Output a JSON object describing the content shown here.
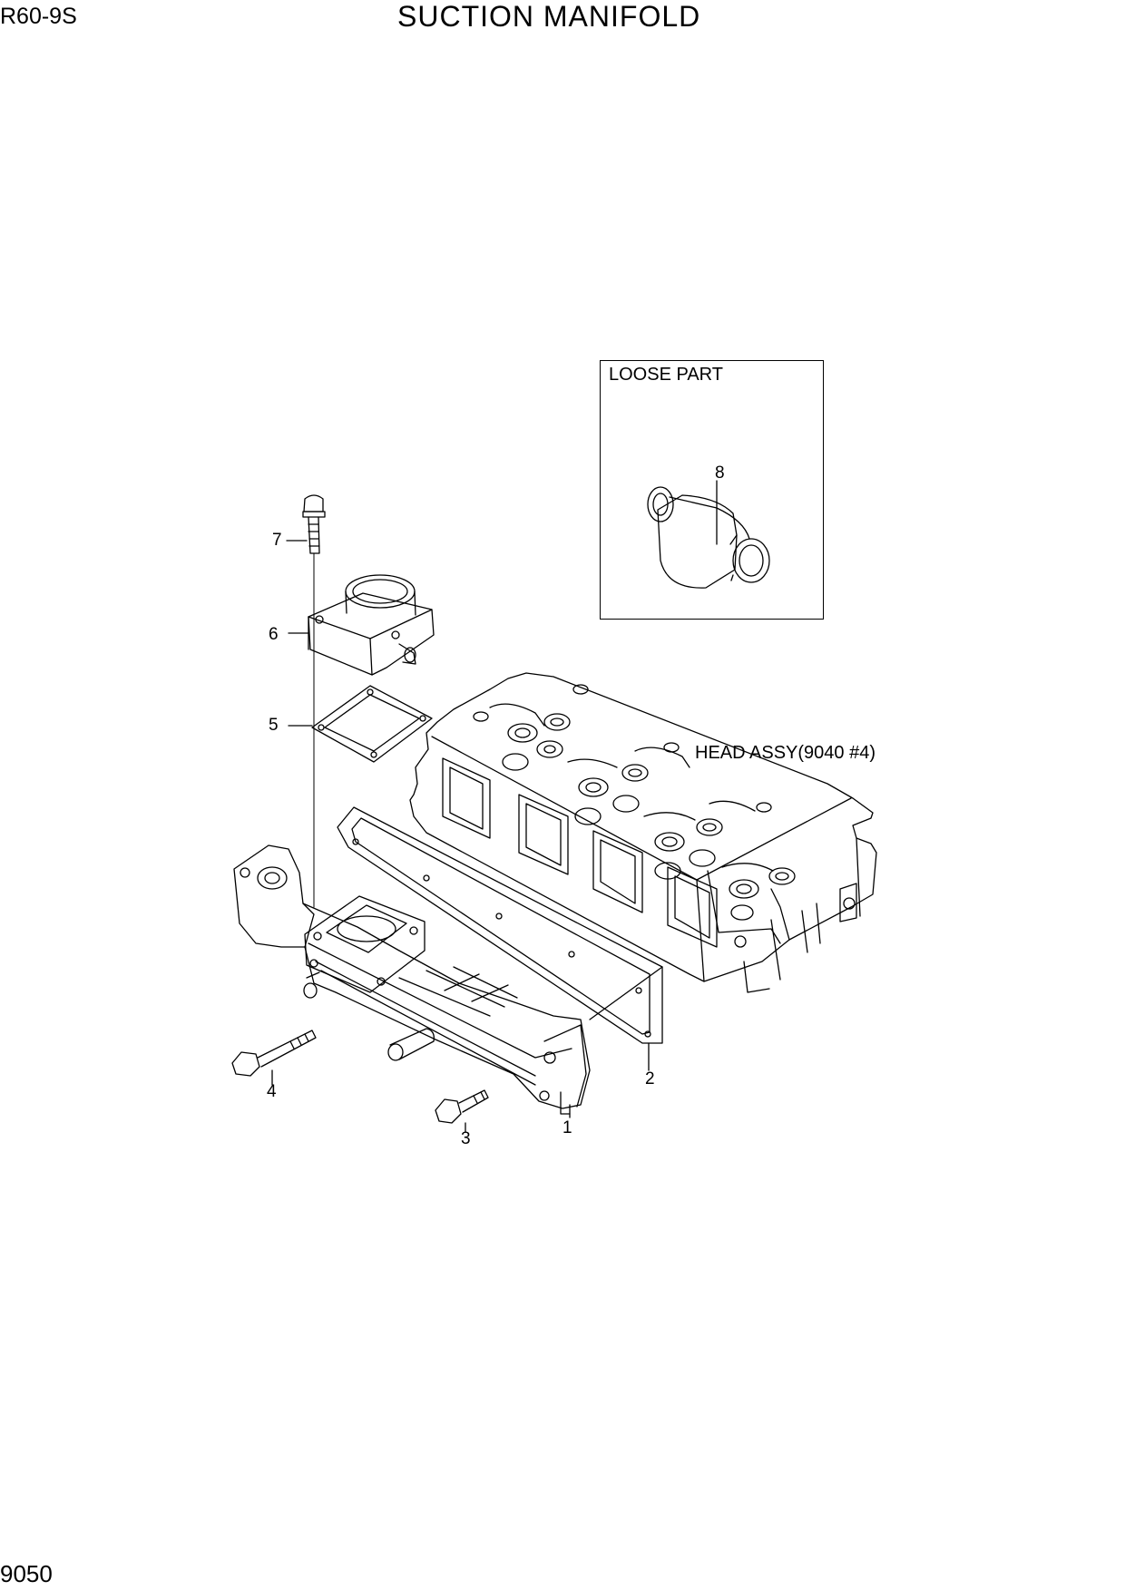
{
  "header": {
    "model": "R60-9S",
    "title": "SUCTION MANIFOLD"
  },
  "footer": {
    "page_number": "9050"
  },
  "loose_part": {
    "label": "LOOSE PART",
    "callout": "8"
  },
  "reference": {
    "head_assy": "HEAD ASSY(9040 #4)"
  },
  "callouts": [
    "1",
    "2",
    "3",
    "4",
    "5",
    "6",
    "7"
  ]
}
